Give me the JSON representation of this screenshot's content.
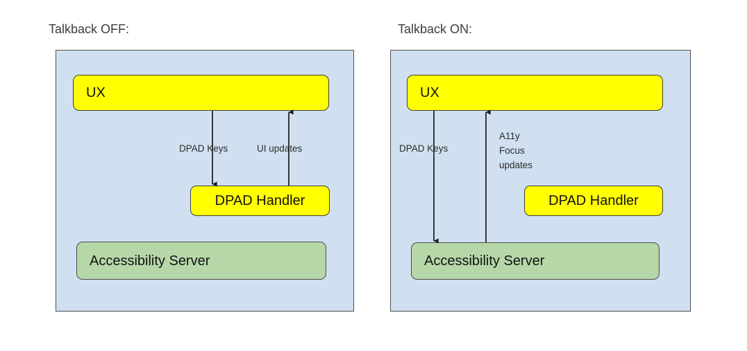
{
  "diagram": {
    "type": "architecture-flow",
    "background_color": "#ffffff",
    "panel_fill": "#d0e0f0",
    "panel_border": "#4d4d4d",
    "node_colors": {
      "ux": "#ffff00",
      "dpad_handler": "#ffff00",
      "accessibility_server": "#b6d7a8"
    },
    "panels": [
      {
        "id": "talkback-off",
        "title": "Talkback OFF:",
        "nodes": [
          {
            "id": "ux",
            "label": "UX"
          },
          {
            "id": "dpad-handler",
            "label": "DPAD Handler"
          },
          {
            "id": "accessibility-server",
            "label": "Accessibility Server"
          }
        ],
        "edges": [
          {
            "id": "ux-to-dpad",
            "label": "DPAD Keys",
            "from": "UX",
            "to": "DPAD Handler",
            "direction": "down"
          },
          {
            "id": "dpad-to-ux",
            "label": "UI updates",
            "from": "DPAD Handler",
            "to": "UX",
            "direction": "up"
          }
        ]
      },
      {
        "id": "talkback-on",
        "title": "Talkback ON:",
        "nodes": [
          {
            "id": "ux",
            "label": "UX"
          },
          {
            "id": "dpad-handler",
            "label": "DPAD Handler"
          },
          {
            "id": "accessibility-server",
            "label": "Accessibility Server"
          }
        ],
        "edges": [
          {
            "id": "ux-to-server",
            "label": "DPAD Keys",
            "from": "UX",
            "to": "Accessibility Server",
            "direction": "down"
          },
          {
            "id": "server-to-ux",
            "label": "A11y\nFocus\nupdates",
            "from": "Accessibility Server",
            "to": "UX",
            "direction": "up"
          }
        ]
      }
    ]
  }
}
